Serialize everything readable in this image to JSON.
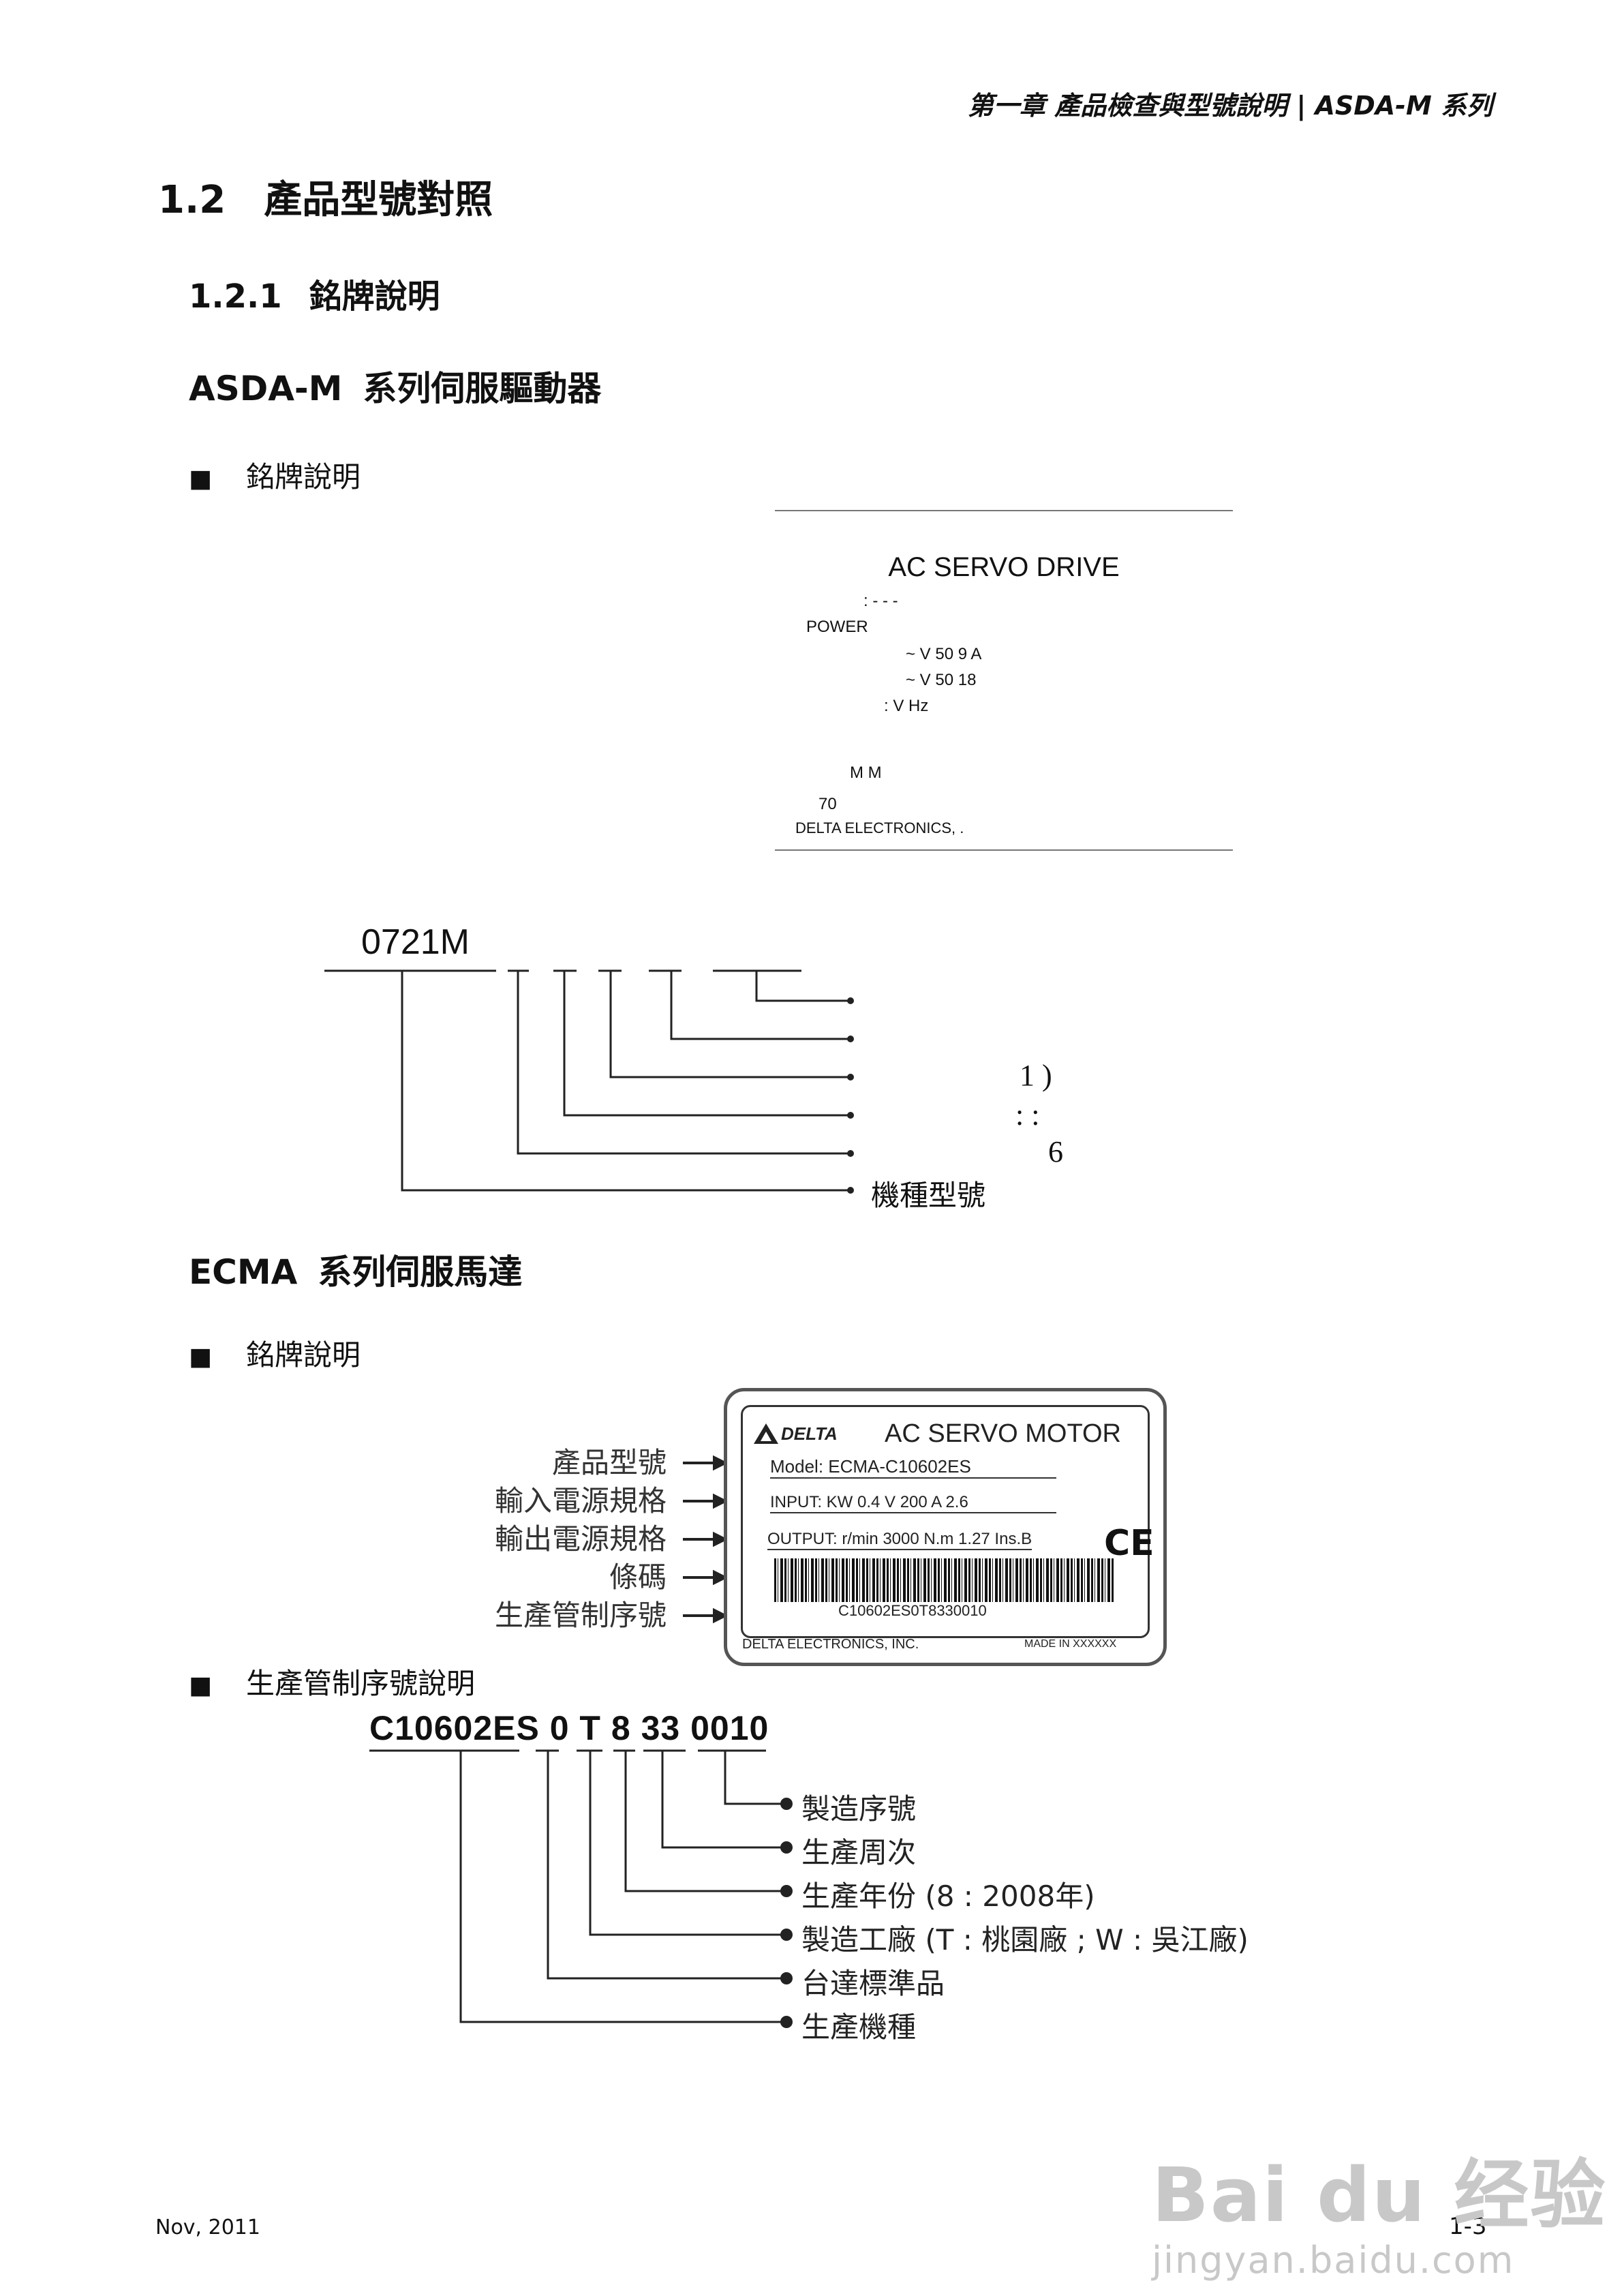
{
  "header": "第一章 產品檢查與型號說明 | ASDA-M 系列",
  "section": {
    "num": "1.2",
    "title": "產品型號對照"
  },
  "subsection": {
    "num": "1.2.1",
    "title": "銘牌說明"
  },
  "drive": {
    "heading_en": "ASDA-M",
    "heading_zh": "系列伺服驅動器",
    "bullet": "銘牌說明",
    "plate": {
      "title": "AC SERVO DRIVE",
      "row1": ":     -  -      -",
      "power": "POWER",
      "row3": "~     V         50          9    A",
      "row4": "~     V         50          18",
      "row5": ":      V          Hz",
      "row6": "M          M",
      "row7": "70",
      "maker": "DELTA ELECTRONICS,         ."
    },
    "code": {
      "model": "0721M",
      "lbl3": "1                )",
      "lbl4": ":                          :",
      "lbl5": "6",
      "lbl6": "機種型號"
    }
  },
  "motor": {
    "heading_en": "ECMA",
    "heading_zh": "系列伺服馬達",
    "bullet": "銘牌說明",
    "labels": [
      "產品型號",
      "輸入電源規格",
      "輸出電源規格",
      "條碼",
      "生產管制序號"
    ],
    "plate": {
      "brand": "DELTA",
      "title": "AC SERVO MOTOR",
      "model": "Model: ECMA-C10602ES",
      "input": "INPUT: KW 0.4   V 200    A 2.6",
      "output": "OUTPUT: r/min 3000  N.m 1.27  Ins.B",
      "ce": "CE",
      "barcode_text": "C10602ES0T8330010",
      "maker": "DELTA ELECTRONICS, INC.",
      "made_in": "MADE IN XXXXXX"
    }
  },
  "serial": {
    "bullet": "生產管制序號說明",
    "code": "C10602ES  0   T  8  33  0010",
    "labels": [
      "製造序號",
      "生產周次",
      "生產年份 (8 : 2008年)",
      "製造工廠 (T : 桃園廠 ; W : 吳江廠)",
      "台達標準品",
      "生產機種"
    ]
  },
  "footer": {
    "date": "Nov, 2011",
    "page": "1-3"
  },
  "watermark": {
    "line1": "Bai du 经验",
    "line2": "jingyan.baidu.com"
  }
}
